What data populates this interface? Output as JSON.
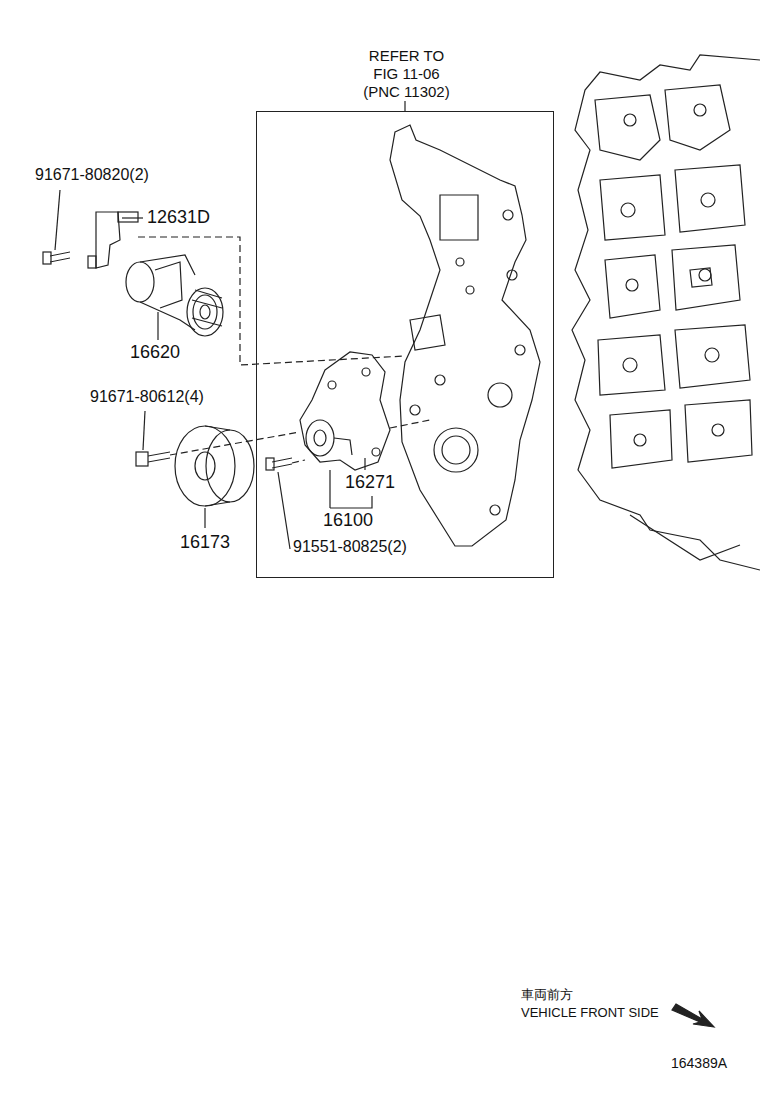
{
  "diagram": {
    "nodes": [
      {
        "text": [
          "REFER TO FIG 11-06 (PNC 11302)"
        ]
      }
    ],
    "labels": [
      "91671-80820(2)",
      "12631D",
      "16620",
      "91671-80612(4)",
      "16173",
      "16271",
      "16100",
      "91551-80825(2)",
      "車両前方",
      "VEHICLE FRONT SIDE",
      "164389A"
    ]
  }
}
